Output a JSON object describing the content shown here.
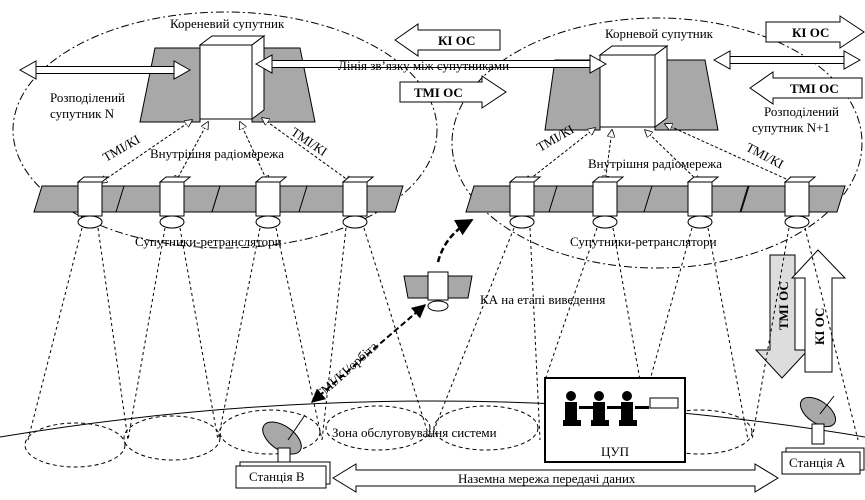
{
  "labels": {
    "root_left": "Кореневий супутник",
    "root_right": "Корневой супутник",
    "intersat_link": "Лінія зв’язку між супутниками",
    "distributed_n_line1": "Розподілений",
    "distributed_n_line2": "супутник N",
    "distributed_n1_line1": "Розподілений",
    "distributed_n1_line2": "супутник N+1",
    "tmi_ki": "ТМІ/КІ",
    "internal_net": "Внутрішня радіомережа",
    "relays": "Супутники-ретранслятори",
    "ka_insertion": "КА на етапі виведення",
    "tmi_ki_orbit": "ТМІ/КІ/орбіта",
    "service_zone": "Зона обслуговування системи",
    "station_b": "Станція В",
    "station_a": "Станція А",
    "cup": "ЦУП",
    "ground_net": "Наземна мережа передачі даних",
    "ki_oc": "КІ ОС",
    "tmi_oc": "ТМІ ОС"
  },
  "colors": {
    "panel": "#a8a8a8",
    "body": "#ffffff",
    "stroke": "#000000",
    "arrow_fill": "#ffffff"
  }
}
